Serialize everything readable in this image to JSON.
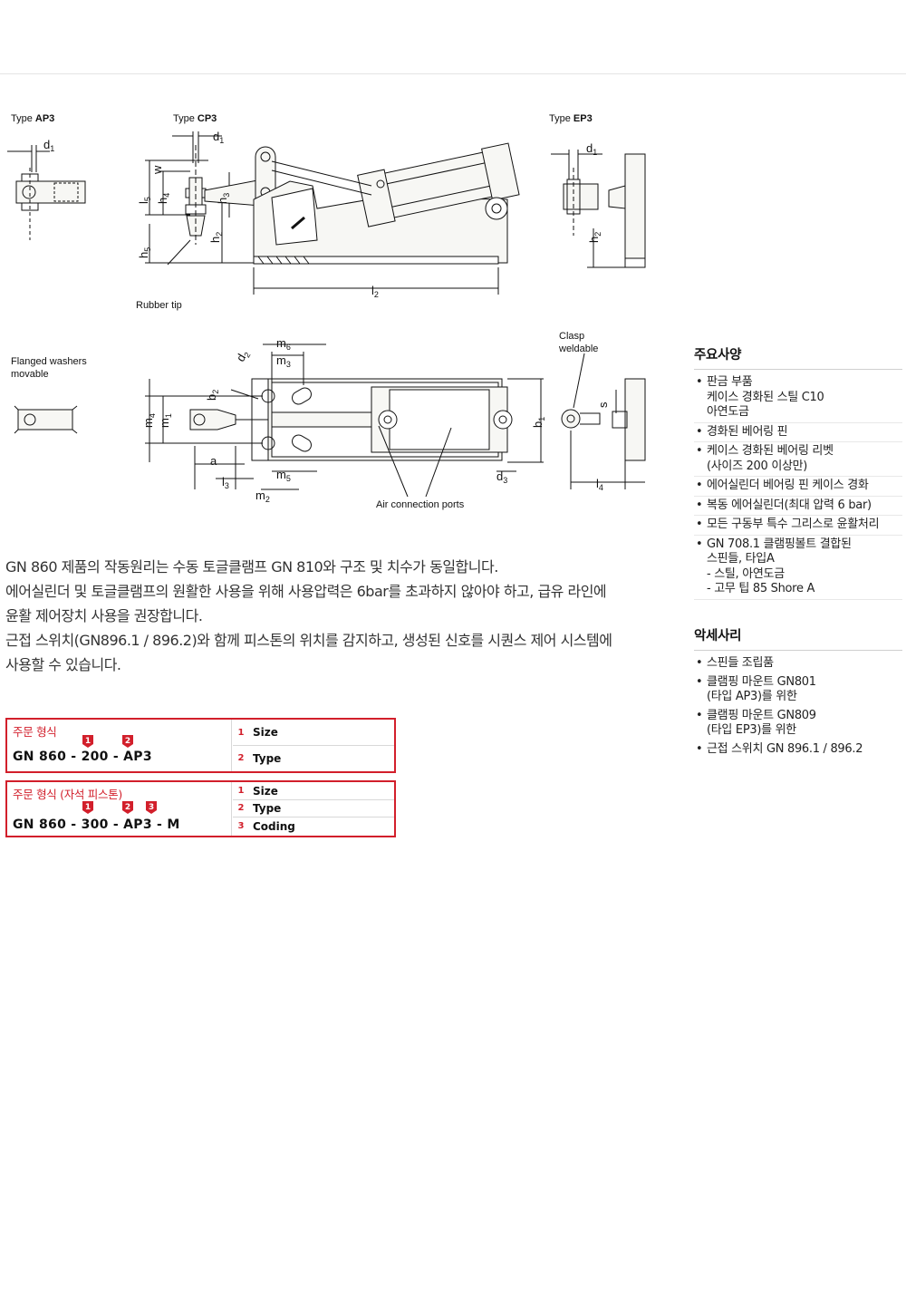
{
  "drawing": {
    "type_ap3": {
      "prefix": "Type ",
      "bold": "AP3"
    },
    "type_cp3": {
      "prefix": "Type ",
      "bold": "CP3"
    },
    "type_ep3": {
      "prefix": "Type ",
      "bold": "EP3"
    },
    "rubber_tip": "Rubber tip",
    "flanged_washers_1": "Flanged washers",
    "flanged_washers_2": "movable",
    "clasp_1": "Clasp",
    "clasp_2": "weldable",
    "air_ports": "Air connection ports",
    "dims": {
      "d": "d",
      "h": "h",
      "l": "l",
      "m": "m",
      "w": "w",
      "b": "b",
      "a": "a",
      "s": "s",
      "n1": "1",
      "n2": "2",
      "n3": "3",
      "n4": "4",
      "n5": "5",
      "n6": "6"
    }
  },
  "description": [
    "GN 860 제품의 작동원리는 수동 토글클램프 GN 810와 구조 및 치수가 동일합니다.",
    "에어실린더 및 토글클램프의 원활한 사용을 위해 사용압력은 6bar를 초과하지 않아야 하고, 급유 라인에",
    "윤활 제어장치 사용을 권장합니다.",
    "근접 스위치(GN896.1 / 896.2)와 함께 피스톤의 위치를 감지하고, 생성된 신호를 시퀀스 제어 시스템에",
    "사용할 수 있습니다."
  ],
  "order1": {
    "label": "주문 형식",
    "code": "GN  860 - 200 - AP3",
    "rows": [
      {
        "num": "1",
        "name": "Size"
      },
      {
        "num": "2",
        "name": "Type"
      }
    ]
  },
  "order2": {
    "label": "주문 형식 (자석 피스톤)",
    "code": "GN  860 - 300 - AP3  - M",
    "rows": [
      {
        "num": "1",
        "name": "Size"
      },
      {
        "num": "2",
        "name": "Type"
      },
      {
        "num": "3",
        "name": "Coding"
      }
    ]
  },
  "badges": [
    "1",
    "2",
    "3"
  ],
  "specs": {
    "title": "주요사양",
    "items": [
      {
        "lines": [
          "판금 부품",
          "케이스 경화된 스틸 C10",
          "아연도금"
        ]
      },
      {
        "lines": [
          "경화된 베어링 핀"
        ]
      },
      {
        "lines": [
          "케이스 경화된 베어링 리벳",
          "(사이즈 200 이상만)"
        ]
      },
      {
        "lines": [
          "에어실린더 베어링 핀 케이스 경화"
        ]
      },
      {
        "lines": [
          "복동 에어실린더(최대 압력 6 bar)"
        ]
      },
      {
        "lines": [
          "모든 구동부 특수 그리스로 윤활처리"
        ]
      },
      {
        "lines": [
          "GN 708.1 클램핑볼트 결합된",
          "스핀들, 타입A",
          "- 스틸, 아연도금",
          "- 고무 팁 85 Shore A"
        ]
      }
    ]
  },
  "accessories": {
    "title": "악세사리",
    "items": [
      {
        "lines": [
          "스핀들 조립품"
        ]
      },
      {
        "lines": [
          "클램핑 마운트 GN801",
          "(타입 AP3)를 위한"
        ]
      },
      {
        "lines": [
          "클램핑 마운트 GN809",
          "(타입 EP3)를 위한"
        ]
      },
      {
        "lines": [
          "근접 스위치 GN 896.1 / 896.2"
        ]
      }
    ]
  },
  "colors": {
    "accent": "#d21f2b",
    "drawing_fill": "#f7f7f4"
  }
}
